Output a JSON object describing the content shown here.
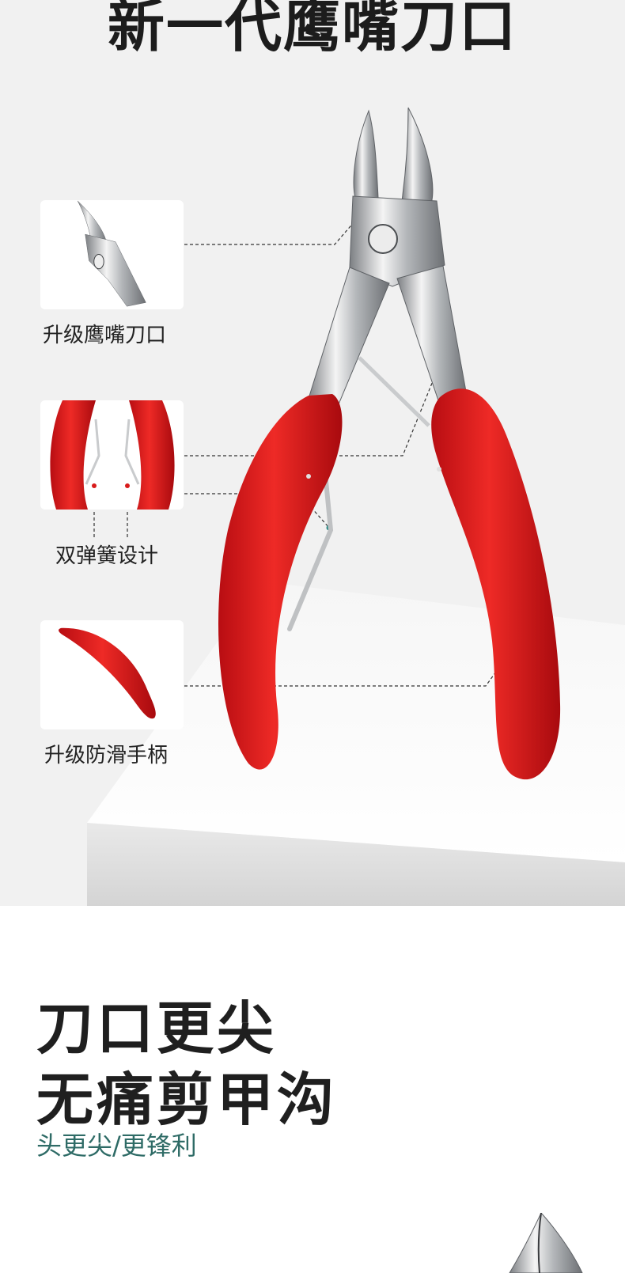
{
  "page": {
    "headline": "新一代鹰嘴刀口"
  },
  "features": [
    {
      "label": "升级鹰嘴刀口",
      "icon": "blade-closeup-icon"
    },
    {
      "label": "双弹簧设计",
      "icon": "double-spring-closeup-icon"
    },
    {
      "label": "升级防滑手柄",
      "icon": "handle-closeup-icon"
    }
  ],
  "section2": {
    "heading_line1": "刀口更尖",
    "heading_line2": "无痛剪甲沟",
    "subheading": "头更尖/更锋利"
  },
  "colors": {
    "handle_red": "#d3161a",
    "accent_teal": "#2e6b66",
    "background_gray": "#f1f1f1",
    "heading_text": "#1f1f1f"
  }
}
